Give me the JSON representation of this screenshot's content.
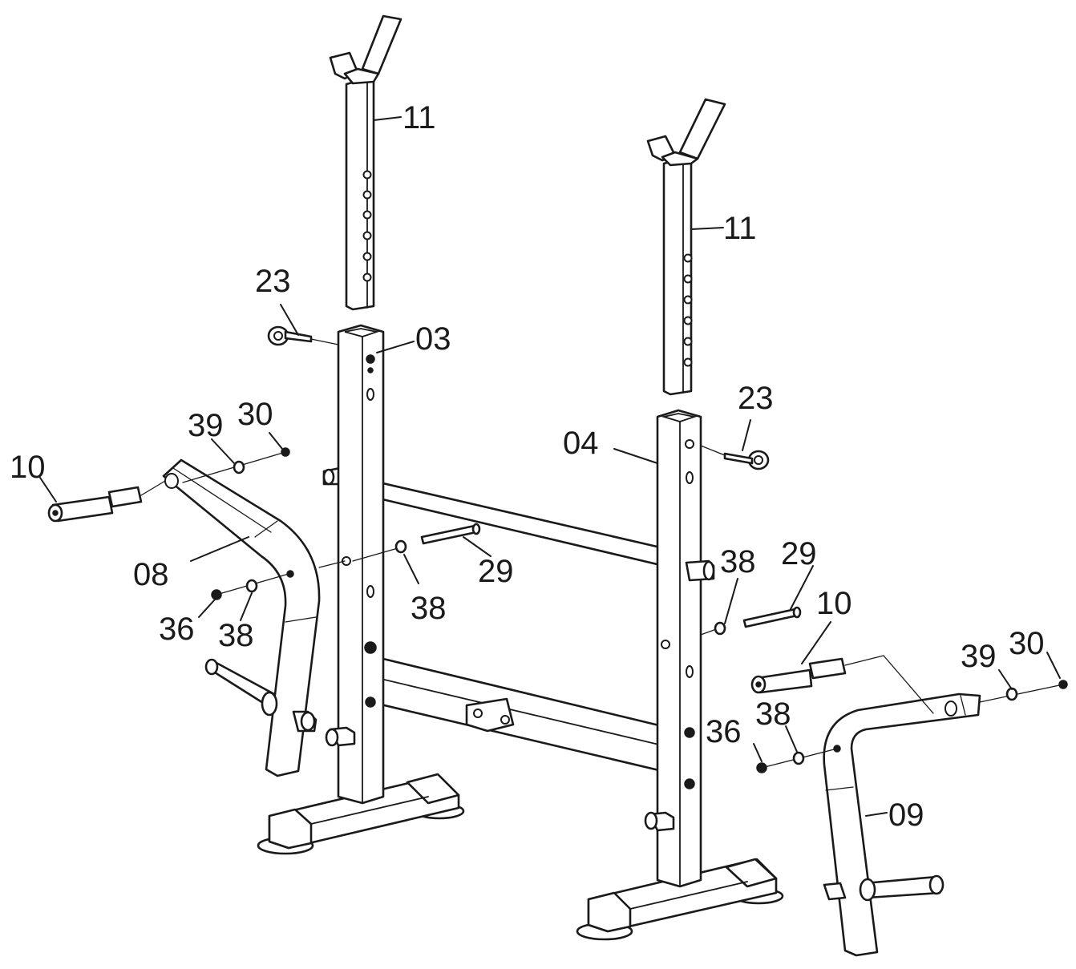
{
  "labels": {
    "top_tube_left": "11",
    "top_tube_right": "11",
    "bolt_left": "23",
    "bolt_right": "23",
    "upright_left": "03",
    "upright_right": "04",
    "washer_39_left": "39",
    "nut_30_left": "30",
    "washer_39_right": "39",
    "nut_30_right": "30",
    "sleeve_left": "10",
    "sleeve_right": "10",
    "arm_left": "08",
    "arm_right": "09",
    "nut_36_left": "36",
    "washer_38_left_low": "38",
    "washer_38_left_mid": "38",
    "pin_29_left": "29",
    "pin_29_right": "29",
    "washer_38_right": "38",
    "nut_36_right": "36",
    "washer_38_right_low": "38"
  },
  "colors": {
    "line": "#1a1a1a",
    "fill": "#ffffff"
  }
}
